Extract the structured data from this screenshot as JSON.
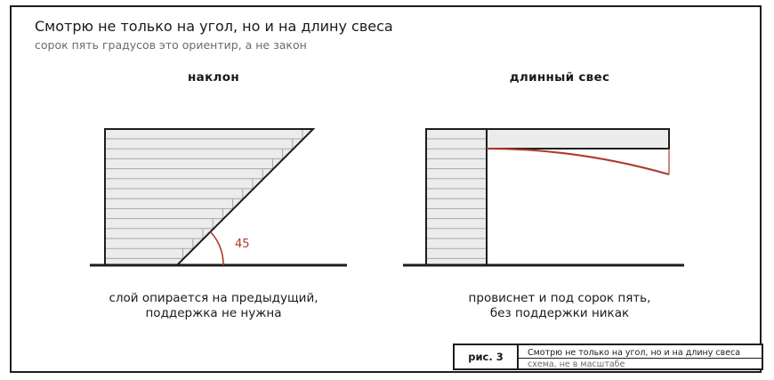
{
  "figure": {
    "title": "Смотрю не только на угол, но и на длину свеса",
    "subtitle": "сорок пять градусов это ориентир, а не закон"
  },
  "panels": [
    {
      "heading": "наклон",
      "angle_label": "45",
      "caption_lines": [
        "слой опирается на предыдущий,",
        "поддержка не нужна"
      ]
    },
    {
      "heading": "длинный свес",
      "caption_lines": [
        "провиснет и под сорок пять,",
        "без поддержки никак"
      ]
    }
  ],
  "stamp": {
    "label": "рис. 3",
    "title": "Смотрю не только на угол, но и на длину свеса",
    "note": "схема, не в масштабе"
  },
  "colors": {
    "line": "#1d1d1d",
    "fill": "#ececec",
    "hatch": "#a8a8a8",
    "accent": "#b0392b"
  }
}
